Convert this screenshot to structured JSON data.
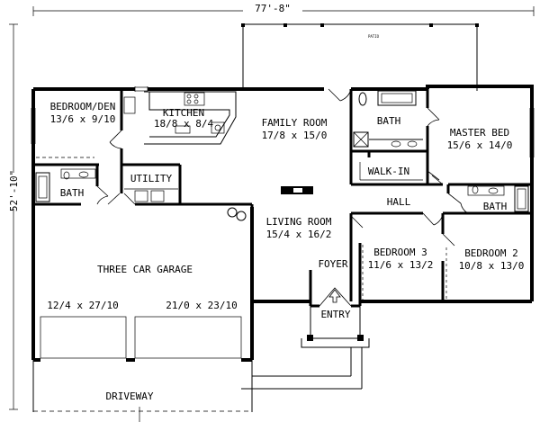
{
  "dimensions": {
    "width": "77'-8\"",
    "depth": "52'-10\""
  },
  "rooms": {
    "bedroom_den": {
      "name": "BEDROOM/DEN",
      "size": "13/6 x 9/10"
    },
    "kitchen": {
      "name": "KITCHEN",
      "size": "18/8 x 8/4"
    },
    "family_room": {
      "name": "FAMILY ROOM",
      "size": "17/8 x 15/0"
    },
    "master_bath": {
      "name": "BATH"
    },
    "master_bed": {
      "name": "MASTER BED",
      "size": "15/6 x 14/0"
    },
    "walk_in": {
      "name": "WALK-IN"
    },
    "bath_left": {
      "name": "BATH"
    },
    "utility": {
      "name": "UTILITY"
    },
    "hall": {
      "name": "HALL"
    },
    "bath_right": {
      "name": "BATH"
    },
    "living_room": {
      "name": "LIVING ROOM",
      "size": "15/4 x 16/2"
    },
    "bedroom3": {
      "name": "BEDROOM 3",
      "size": "11/6 x 13/2"
    },
    "bedroom2": {
      "name": "BEDROOM 2",
      "size": "10/8 x 13/0"
    },
    "foyer": {
      "name": "FOYER"
    },
    "garage": {
      "name": "THREE CAR GARAGE",
      "size_left": "12/4 x 27/10",
      "size_right": "21/0 x 23/10"
    },
    "entry": {
      "name": "ENTRY"
    },
    "patio": {
      "name": "PATIO"
    },
    "driveway": {
      "name": "DRIVEWAY"
    }
  }
}
